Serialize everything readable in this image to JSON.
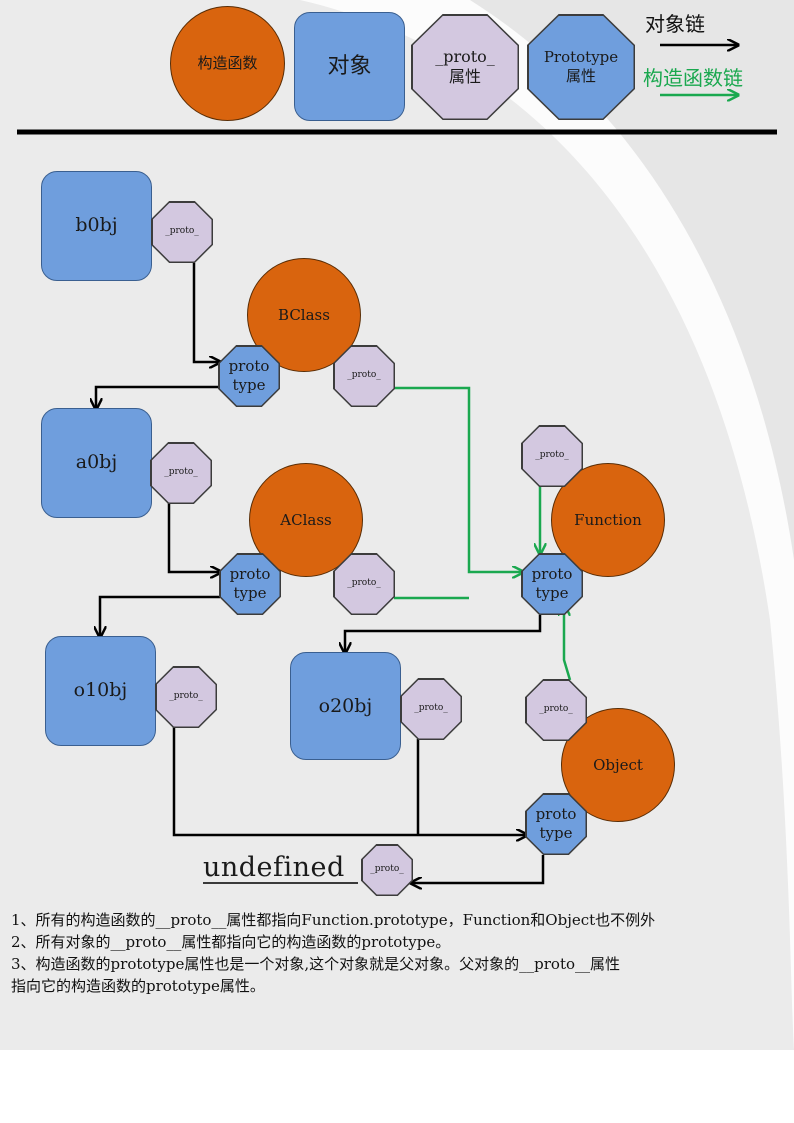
{
  "legend": {
    "constructor_label": "构造函数",
    "object_label": "对象",
    "proto_attr_label": "_proto_ 属性",
    "prototype_attr_label": "Prototype 属性",
    "object_chain_label": "对象链",
    "constructor_chain_label": "构造函数链"
  },
  "nodes": {
    "bObj": "b0bj",
    "aObj": "a0bj",
    "o1Obj": "o10bj",
    "o2Obj": "o20bj",
    "BClass": "BClass",
    "AClass": "AClass",
    "Function": "Function",
    "Object": "Object",
    "proto_label": "_proto_",
    "prototype_label": "proto type",
    "undefined_label": "undefined"
  },
  "notes": [
    "1、所有的构造函数的__proto__属性都指向Function.prototype，Function和Object也不例外",
    "2、所有对象的__proto__属性都指向它的构造函数的prototype。",
    "3、构造函数的prototype属性也是一个对象,这个对象就是父对象。父对象的__proto__属性",
    "指向它的构造函数的prototype属性。"
  ],
  "colors": {
    "constructor": "#d9640e",
    "object": "#6f9edd",
    "proto_attr": "#d3c8e0",
    "object_chain": "#000000",
    "constructor_chain": "#1aa84f"
  }
}
